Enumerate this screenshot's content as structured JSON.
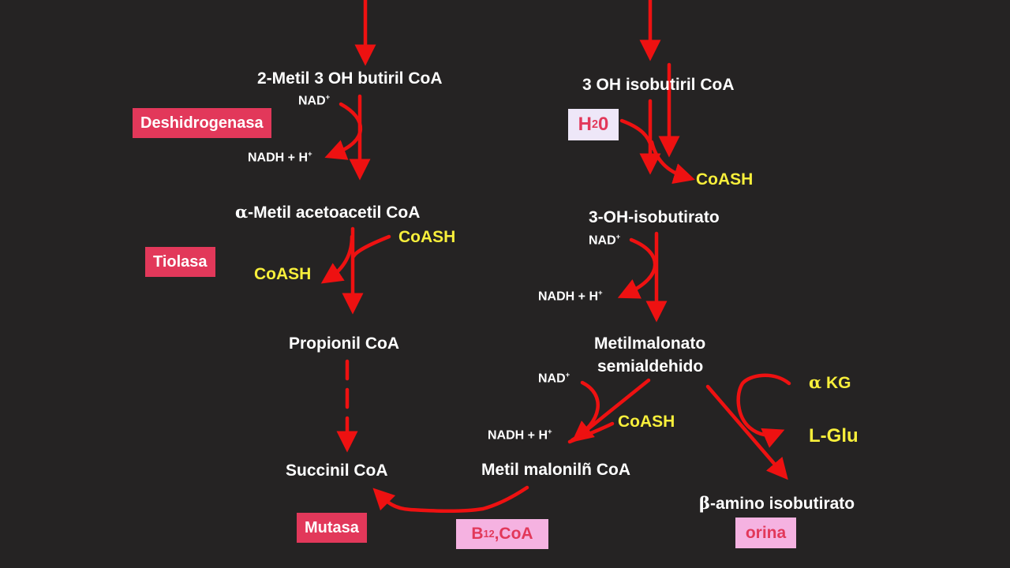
{
  "left_pathway": {
    "compound_1": "2-Metil 3 OH butiril CoA",
    "cofactor_in": "NAD",
    "cofactor_in_sup": "+",
    "cofactor_out": "NADH + H",
    "cofactor_out_sup": "+",
    "enzyme_1": "Deshidrogenasa",
    "compound_2_greek": "α",
    "compound_2": "-Metil acetoacetil CoA",
    "coash_in": "CoASH",
    "coash_out": "CoASH",
    "enzyme_2": "Tiolasa",
    "compound_3": "Propionil CoA",
    "compound_4": "Succinil CoA",
    "enzyme_3": "Mutasa"
  },
  "right_pathway": {
    "compound_1": "3 OH isobutiril CoA",
    "water": "H",
    "water_sub": "2",
    "water_end": "0",
    "coash": "CoASH",
    "compound_2": "3-OH-isobutirato",
    "cofactor_in": "NAD",
    "cofactor_in_sup": "+",
    "cofactor_out": "NADH + H",
    "cofactor_out_sup": "+",
    "compound_3_line1": "Metilmalonato",
    "compound_3_line2": "semialdehido",
    "cofactor2_in": "NAD",
    "cofactor2_in_sup": "+",
    "cofactor2_out": "NADH + H",
    "cofactor2_out_sup": "+",
    "coash2": "CoASH",
    "compound_4": "Metil malonilñ CoA",
    "cofactor_b12": "B",
    "cofactor_b12_sub": "12",
    "cofactor_b12_end": " ,CoA",
    "akg_greek": "α",
    "akg": " KG",
    "lglu": "L-Glu",
    "compound_5_greek": "β",
    "compound_5": "-amino isobutirato",
    "urine": "orina"
  },
  "colors": {
    "background": "#252323",
    "arrow": "#ee1111",
    "enzyme_box": "#e2385a",
    "cofactor_box": "#f5b2e1",
    "water_box": "#eee7f8",
    "highlight_text": "#f8ef3b"
  }
}
